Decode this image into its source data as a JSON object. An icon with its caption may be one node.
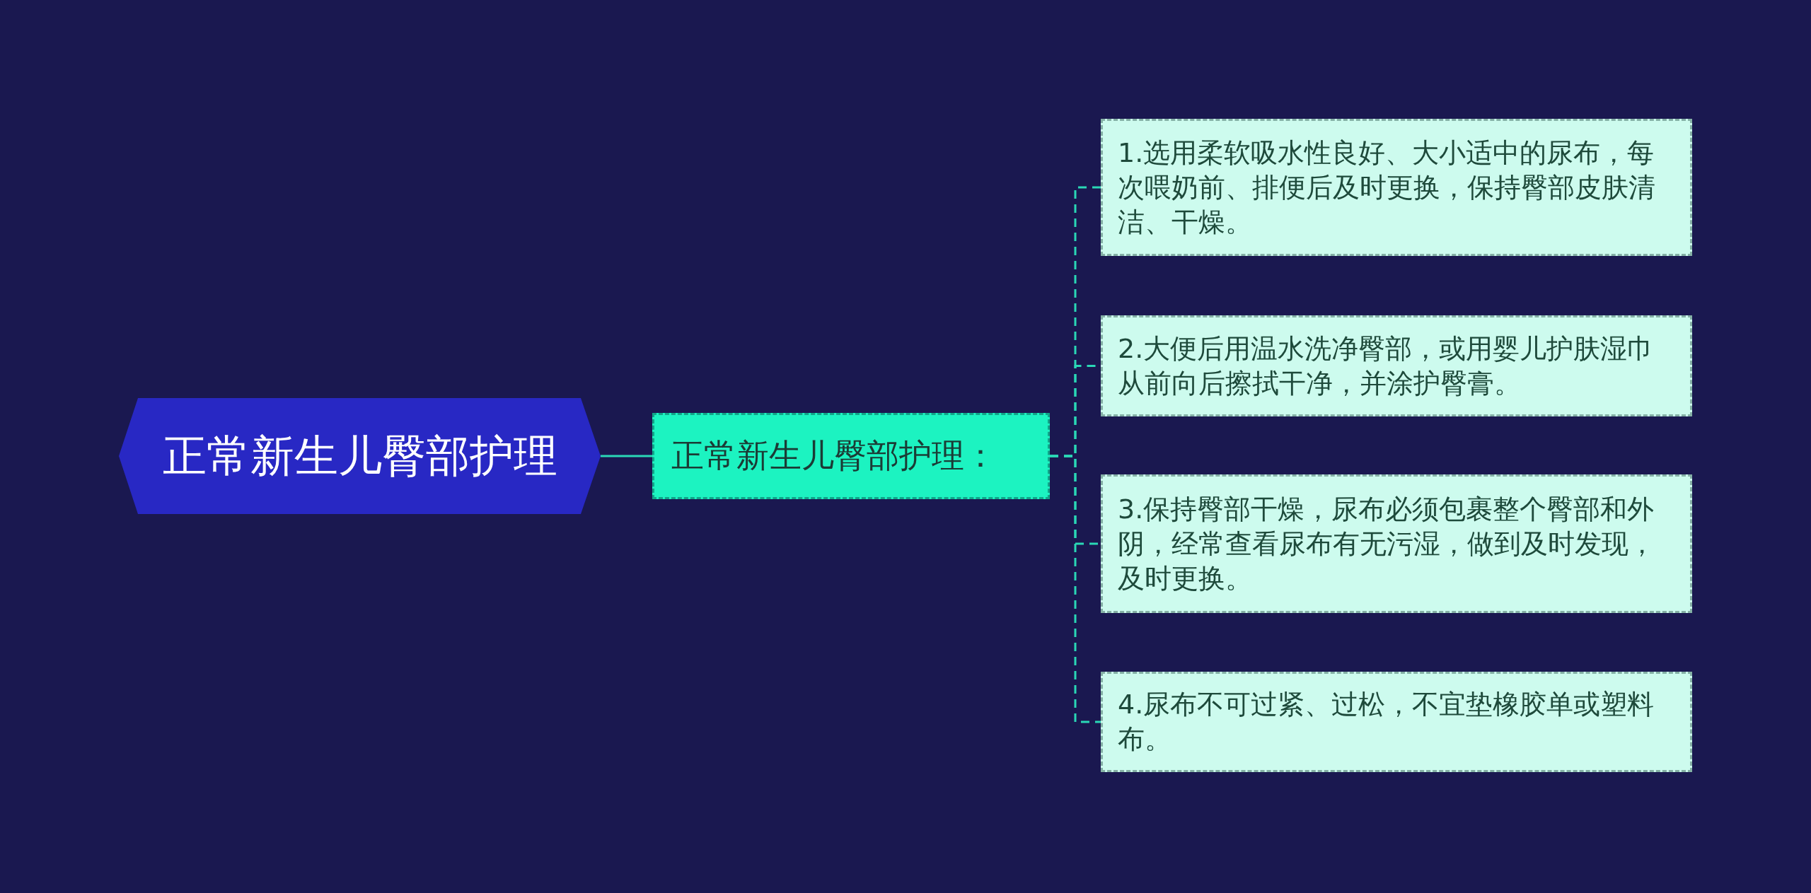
{
  "diagram": {
    "nodes": [
      {
        "text": [
          "正常新生儿臀部护理"
        ]
      },
      {
        "text": [
          "正常新生儿臀部护理："
        ]
      },
      {
        "text": [
          "1.选用柔软吸水性良好、大小适中的尿布，每次喂奶前、排便后及时更换，保持臀部皮肤清洁、干燥。"
        ]
      },
      {
        "text": [
          "2.大便后用温水洗净臀部，或用婴儿护肤湿巾从前向后擦拭干净，并涂护臀膏。"
        ]
      },
      {
        "text": [
          "3.保持臀部干燥，尿布必须包裹整个臀部和外阴，经常查看尿布有无污湿，做到及时发现，及时更换。"
        ]
      },
      {
        "text": [
          "4.尿布不可过紧、过松，不宜垫橡胶单或塑料布。"
        ]
      }
    ],
    "edges": [
      {
        "from": 0,
        "to": 1,
        "arrow": "none"
      },
      {
        "from": 1,
        "to": 2,
        "arrow": "none",
        "style": "dashed"
      },
      {
        "from": 1,
        "to": 3,
        "arrow": "none",
        "style": "dashed"
      },
      {
        "from": 1,
        "to": 4,
        "arrow": "none",
        "style": "dashed"
      },
      {
        "from": 1,
        "to": 5,
        "arrow": "none",
        "style": "dashed"
      }
    ]
  }
}
